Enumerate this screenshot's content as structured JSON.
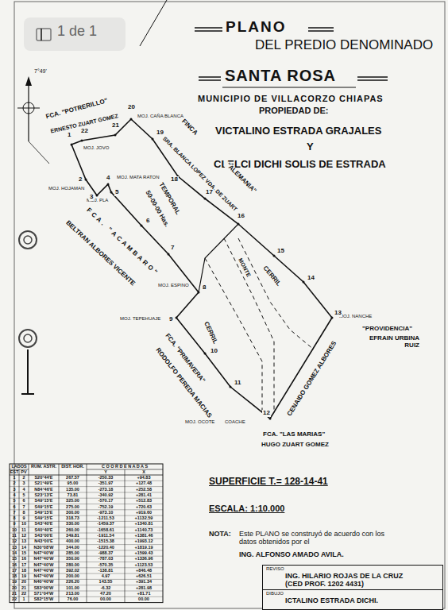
{
  "diagram": {
    "title": "PLANO",
    "nodes": [
      {
        "text": [
          "REVISO",
          "ING. HILARIO ROJAS DE LA CRUZ",
          "(CED PROF. 1202 4431)"
        ]
      },
      {
        "text": [
          "DIBUJO",
          "ICTALINO ESTRADA DICHI."
        ]
      }
    ],
    "labels": [
      "1 de 1",
      "DEL PREDIO DENOMINADO",
      "SANTA ROSA",
      "MUNICIPIO DE VILLACORZO CHIAPAS",
      "PROPIEDAD DE:",
      "VICTALINO ESTRADA GRAJALES",
      "Y",
      "CLELCI DICHI SOLIS DE ESTRADA",
      "7°49'",
      "FCA. \"POTRERILLO\"",
      "ERNESTO ZUART GOMEZ",
      "MOJ. CAÑA BLANCA",
      "MOJ. JOVO",
      "FINCA",
      "\"ALEMANIA\"",
      "SRA. BLANCA LOPEZ VDA. DE ZUART",
      "MOJ. MATA RATON",
      "TEMPORAL",
      "50-00-00 Has.",
      "MOJ. HOJAMAN",
      "MOJ. PLA",
      "FCA. \"ACAMBARO\"",
      "BELTRAN ALBORES VICENTE",
      "MOJ. ESPINO",
      "MOJ. TEPEHUAJE",
      "CERRIL",
      "MONTE",
      "CERRIL",
      "MOJ. NANCHE",
      "\"PROVIDENCIA\"",
      "EFRAIN URBINA RUIZ",
      "CENAIDO GOMEZ ALBORES",
      "FCA. \"PRIMAVERA\"",
      "RODOLFO PEREDA MACIAS",
      "MOJ. OCOTE",
      "COACHE",
      "FCA. \"LAS MARIAS\"",
      "HUGO ZUART GOMEZ",
      "SUPERFICIE T.= 128-14-41",
      "ESCALA: 1:10.000",
      "NOTA:",
      "Este PLANO se construyó de acuerdo con los datos obtenidos por el",
      "ING. ALFONSO AMADO AVILA.",
      "1",
      "2",
      "3",
      "4",
      "5",
      "6",
      "7",
      "8",
      "9",
      "10",
      "11",
      "12",
      "13",
      "14",
      "15",
      "16",
      "17",
      "18",
      "19",
      "20",
      "21",
      "22",
      "LADOS",
      "RUM. ASTR.",
      "DIST. HOR.",
      "C O O R D E N A D A S",
      "EST",
      "PV",
      "Y",
      "X",
      "1",
      "2",
      "S20°44'E",
      "267.57",
      "-250.33",
      "+94.83",
      "2",
      "3",
      "S21°49'E",
      "95.00",
      "-351.97",
      "+127.48",
      "3",
      "4",
      "N84°46'E",
      "135.00",
      "-273.18",
      "+252.58",
      "4",
      "5",
      "S23°13'E",
      "73.81",
      "-340.92",
      "+281.41",
      "5",
      "6",
      "S49°15'E",
      "325.00",
      "-570.17",
      "+512.83",
      "6",
      "7",
      "S49°15'E",
      "275.00",
      "-752.19",
      "+720.63",
      "7",
      "8",
      "S49°15'E",
      "300.00",
      "-973.10",
      "+919.60",
      "8",
      "9",
      "S49°15'E",
      "318.73",
      "-1211.53",
      "+1132.59",
      "9",
      "10",
      "S43°40'E",
      "330.00",
      "-1459.37",
      "+1340.81",
      "10",
      "11",
      "S40°40'E",
      "260.00",
      "-1658.61",
      "+1140.73",
      "11",
      "12",
      "S43°00'E",
      "349.81",
      "-1911.54",
      "+1381.46",
      "12",
      "13",
      "N43°00'E",
      "400.00",
      "-1515.38",
      "+1993.12",
      "13",
      "14",
      "N30°08'W",
      "344.00",
      "-1220.40",
      "+1819.19",
      "14",
      "15",
      "N47°40'W",
      "285.00",
      "-988.37",
      "+1599.43",
      "15",
      "16",
      "N47°40'W",
      "350.00",
      "-787.03",
      "+1336.96",
      "16",
      "17",
      "N47°40'W",
      "280.00",
      "-570.35",
      "+1123.53",
      "17",
      "18",
      "N47°40'W",
      "392.02",
      "-138.81",
      "+846.48",
      "18",
      "19",
      "N47°40'W",
      "200.00",
      "4.97",
      "+626.51",
      "19",
      "20",
      "N40°40'W",
      "226.20",
      "143.55",
      "+391.34",
      "20",
      "21",
      "S83°00'W",
      "101.00",
      "-6.32",
      "+281.98",
      "21",
      "22",
      "S71°04'W",
      "213.00",
      "47.20",
      "+81.71",
      "22",
      "1",
      "S82°15'W",
      "76.00",
      "00.00",
      "00.00"
    ]
  }
}
